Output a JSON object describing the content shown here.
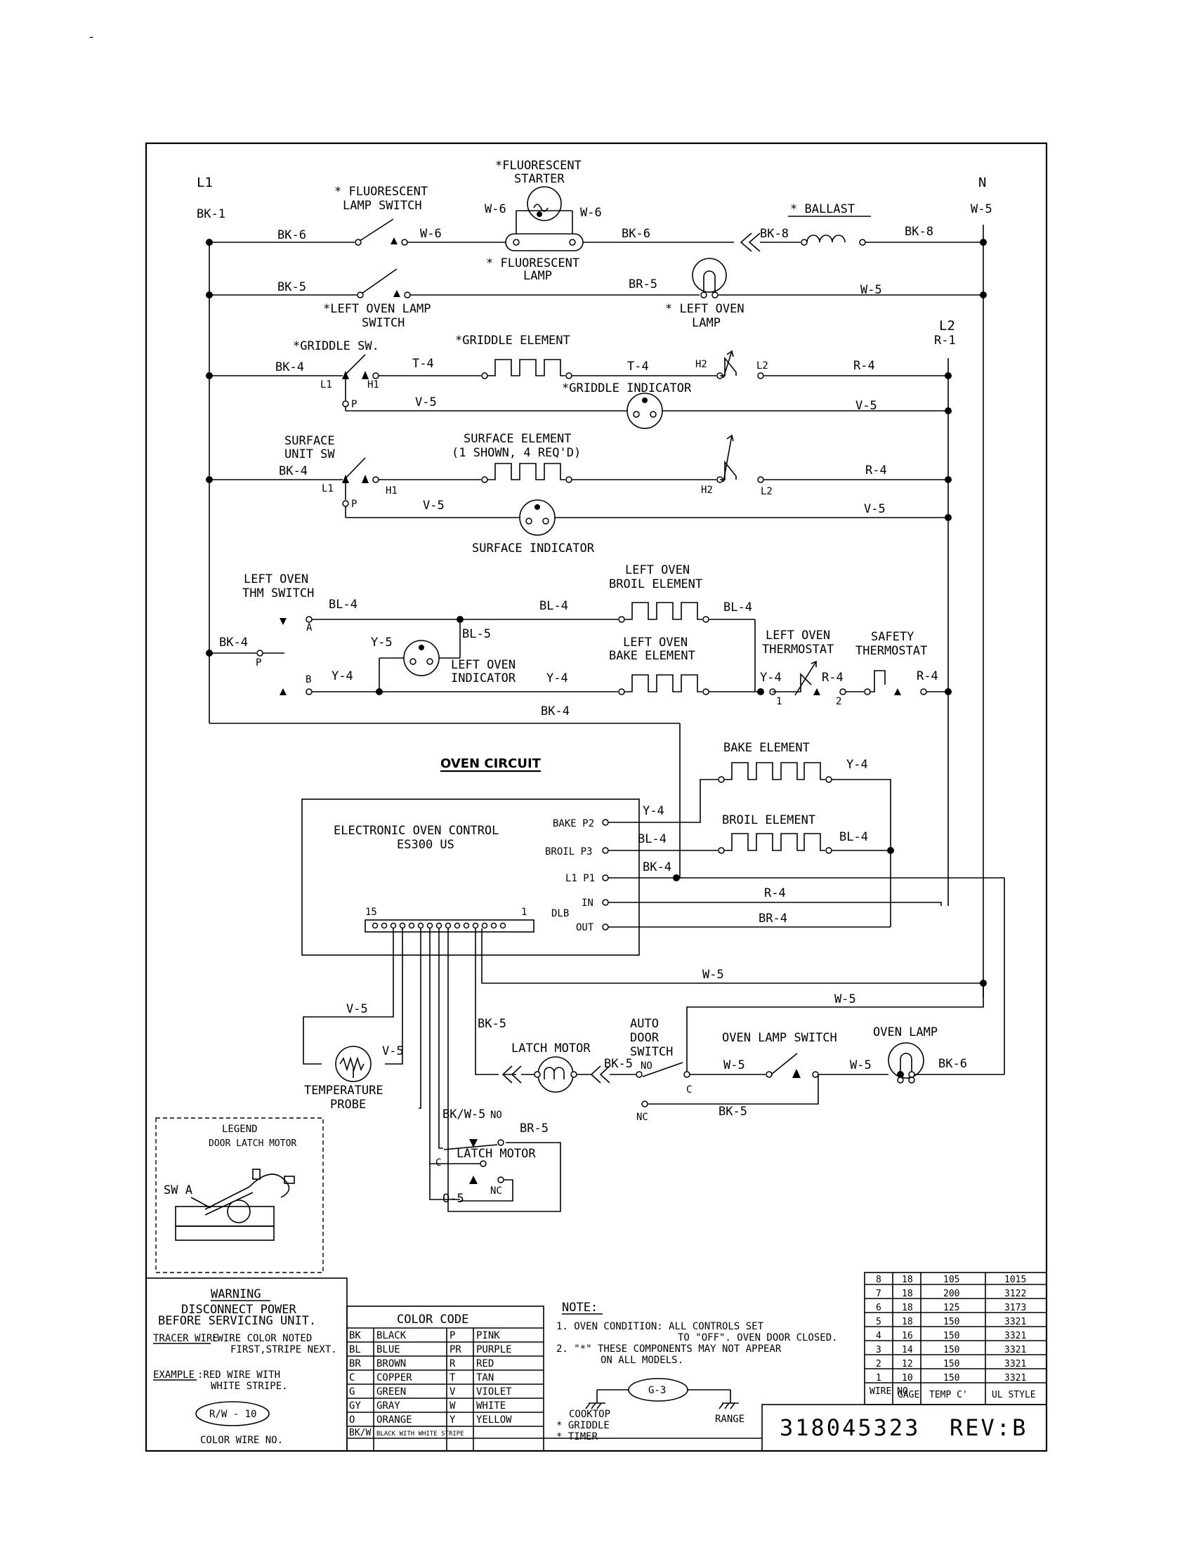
{
  "page_mark": "-",
  "rails": {
    "l1": "L1",
    "n": "N",
    "l2": "L2"
  },
  "wires": {
    "bk1": "BK-1",
    "w5_n": "W-5",
    "r1": "R-1",
    "bk6_a": "BK-6",
    "w6_a": "W-6",
    "w6_b": "W-6",
    "w6_c": "W-6",
    "bk6_b": "BK-6",
    "bk8_a": "BK-8",
    "bk8_b": "BK-8",
    "bk5_a": "BK-5",
    "br5": "BR-5",
    "w5_a": "W-5",
    "bk4_a": "BK-4",
    "t4_a": "T-4",
    "t4_b": "T-4",
    "r4_a": "R-4",
    "v5_a": "V-5",
    "v5_b": "V-5",
    "bk4_b": "BK-4",
    "r4_b": "R-4",
    "v5_c": "V-5",
    "v5_d": "V-5",
    "bl4_a": "BL-4",
    "bl4_b": "BL-4",
    "bl5": "BL-5",
    "bl4_c": "BL-4",
    "y5": "Y-5",
    "bk4_c": "BK-4",
    "y4_a": "Y-4",
    "y4_b": "Y-4",
    "y4_c": "Y-4",
    "r4_c": "R-4",
    "r4_d": "R-4",
    "bk4_d": "BK-4",
    "y4_d": "Y-4",
    "y4_e": "Y-4",
    "bl4_d": "BL-4",
    "bl4_e": "BL-4",
    "bk4_e": "BK-4",
    "r4_e": "R-4",
    "br4": "BR-4",
    "w5_b": "W-5",
    "w5_c": "W-5",
    "v5_e": "V-5",
    "v5_f": "V-5",
    "bk5_b": "BK-5",
    "bk5_c": "BK-5",
    "w5_d": "W-5",
    "w5_e": "W-5",
    "bk6_c": "BK-6",
    "bk5_d": "BK-5",
    "bkw5": "BK/W-5",
    "br5_b": "BR-5",
    "o5": "O-5"
  },
  "terminals": {
    "l1_a": "L1",
    "h1_a": "H1",
    "p_a": "P",
    "h2_a": "H2",
    "l2_a": "L2",
    "l1_b": "L1",
    "h1_b": "H1",
    "p_b": "P",
    "h2_b": "H2",
    "l2_b": "L2",
    "a": "A",
    "p_c": "P",
    "b": "B",
    "n1": "1",
    "n2": "2",
    "no_a": "NO",
    "c_a": "C",
    "nc_a": "NC",
    "no_b": "NO",
    "c_b": "C",
    "nc_b": "NC",
    "pin15": "15",
    "pin1": "1",
    "dlb": "DLB"
  },
  "components": {
    "starter_l1": "*FLUORESCENT",
    "starter_l2": "STARTER",
    "lamp_sw_l1": "* FLUORESCENT",
    "lamp_sw_l2": "LAMP SWITCH",
    "ballast": "* BALLAST",
    "fl_lamp_l1": "* FLUORESCENT",
    "fl_lamp_l2": "LAMP",
    "lo_lamp_sw_l1": "*LEFT OVEN LAMP",
    "lo_lamp_sw_l2": "SWITCH",
    "lo_lamp_l1": "* LEFT OVEN",
    "lo_lamp_l2": "LAMP",
    "griddle_sw": "*GRIDDLE SW.",
    "griddle_el": "*GRIDDLE ELEMENT",
    "griddle_ind": "*GRIDDLE INDICATOR",
    "surf_sw_l1": "SURFACE",
    "surf_sw_l2": "UNIT SW",
    "surf_el_l1": "SURFACE ELEMENT",
    "surf_el_l2": "(1 SHOWN, 4 REQ'D)",
    "surf_ind": "SURFACE INDICATOR",
    "lo_thm_l1": "LEFT OVEN",
    "lo_thm_l2": "THM SWITCH",
    "lo_broil_l1": "LEFT OVEN",
    "lo_broil_l2": "BROIL ELEMENT",
    "lo_bake_l1": "LEFT OVEN",
    "lo_bake_l2": "BAKE ELEMENT",
    "lo_ind_l1": "LEFT OVEN",
    "lo_ind_l2": "INDICATOR",
    "lo_thermo_l1": "LEFT OVEN",
    "lo_thermo_l2": "THERMOSTAT",
    "safety_l1": "SAFETY",
    "safety_l2": "THERMOSTAT",
    "oven_circuit": "OVEN CIRCUIT",
    "bake_el": "BAKE ELEMENT",
    "broil_el": "BROIL ELEMENT",
    "eoc_l1": "ELECTRONIC OVEN CONTROL",
    "eoc_l2": "ES300 US",
    "p_bake": "BAKE P2",
    "p_broil": "BROIL P3",
    "p_l1": "L1 P1",
    "p_in": "IN",
    "p_out": "OUT",
    "temp_probe_l1": "TEMPERATURE",
    "temp_probe_l2": "PROBE",
    "latch_motor": "LATCH MOTOR",
    "latch_motor_sw": "LATCH MOTOR",
    "auto_door_l1": "AUTO",
    "auto_door_l2": "DOOR",
    "auto_door_l3": "SWITCH",
    "oven_lamp_sw": "OVEN LAMP SWITCH",
    "oven_lamp": "OVEN LAMP"
  },
  "legend": {
    "title": "LEGEND",
    "subtitle": "DOOR LATCH MOTOR",
    "sw_a": "SW A"
  },
  "warning": {
    "title": "WARNING",
    "line1": "DISCONNECT POWER",
    "line2": "BEFORE SERVICING UNIT.",
    "tracer_label": "TRACER WIRE",
    "tracer_text1": ":WIRE COLOR NOTED",
    "tracer_text2": "FIRST,STRIPE NEXT.",
    "example_label": "EXAMPLE",
    "example_text1": ":RED WIRE WITH",
    "example_text2": "WHITE STRIPE.",
    "badge": "R/W - 10",
    "color_wire_no": "COLOR WIRE NO."
  },
  "color_code": {
    "title": "COLOR CODE",
    "rows": [
      [
        "BK",
        "BLACK",
        "P",
        "PINK"
      ],
      [
        "BL",
        "BLUE",
        "PR",
        "PURPLE"
      ],
      [
        "BR",
        "BROWN",
        "R",
        "RED"
      ],
      [
        "C",
        "COPPER",
        "T",
        "TAN"
      ],
      [
        "G",
        "GREEN",
        "V",
        "VIOLET"
      ],
      [
        "GY",
        "GRAY",
        "W",
        "WHITE"
      ],
      [
        "O",
        "ORANGE",
        "Y",
        "YELLOW"
      ],
      [
        "BK/W",
        "BLACK WITH WHITE STRIPE",
        "",
        ""
      ]
    ]
  },
  "notes": {
    "title": "NOTE:",
    "n1a": "1. OVEN CONDITION: ALL CONTROLS SET",
    "n1b": "TO \"OFF\". OVEN DOOR CLOSED.",
    "n2a": "2. \"*\" THESE COMPONENTS MAY NOT APPEAR",
    "n2b": "ON ALL MODELS.",
    "g3": "G-3",
    "cooktop": "COOKTOP",
    "range": "RANGE",
    "griddle": "* GRIDDLE",
    "timer": "* TIMER"
  },
  "gage_table": {
    "header": [
      "WIRE NO",
      "GAGE",
      "TEMP C'",
      "UL STYLE"
    ],
    "rows": [
      [
        "8",
        "18",
        "105",
        "1015"
      ],
      [
        "7",
        "18",
        "200",
        "3122"
      ],
      [
        "6",
        "18",
        "125",
        "3173"
      ],
      [
        "5",
        "18",
        "150",
        "3321"
      ],
      [
        "4",
        "16",
        "150",
        "3321"
      ],
      [
        "3",
        "14",
        "150",
        "3321"
      ],
      [
        "2",
        "12",
        "150",
        "3321"
      ],
      [
        "1",
        "10",
        "150",
        "3321"
      ]
    ]
  },
  "doc": {
    "number": "318045323",
    "rev": "REV:B"
  }
}
